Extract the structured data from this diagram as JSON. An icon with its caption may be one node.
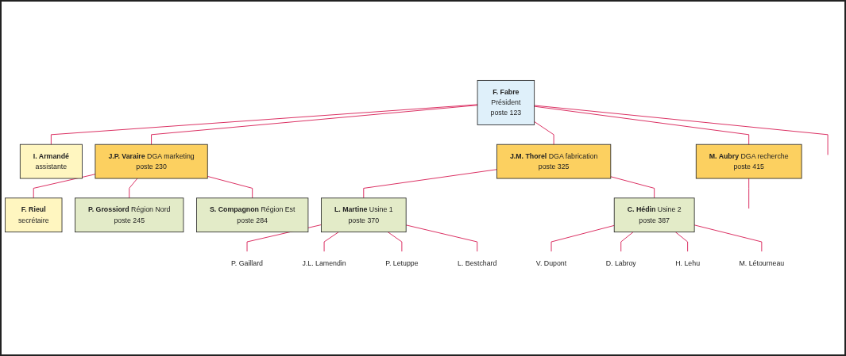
{
  "diagram": {
    "nodes": [
      {
        "text": [
          "F. Fabre",
          "Président",
          "poste 123"
        ]
      },
      {
        "text": [
          "I. Armandé",
          "assistante"
        ]
      },
      {
        "text": [
          "J.P. Varaire",
          "DGA marketing",
          "poste 230"
        ]
      },
      {
        "text": [
          "J.M. Thorel",
          "DGA fabrication",
          "poste 325"
        ]
      },
      {
        "text": [
          "M. Aubry",
          "DGA recherche",
          "poste 415"
        ]
      },
      {
        "text": [
          "F. Rieul",
          "secrétaire"
        ]
      },
      {
        "text": [
          "P. Grossiord",
          "Région Nord",
          "poste 245"
        ]
      },
      {
        "text": [
          "S. Compagnon",
          "Région Est",
          "poste 284"
        ]
      },
      {
        "text": [
          "L. Martine",
          "Usine 1",
          "poste 370"
        ]
      },
      {
        "text": [
          "C. Hédin",
          "Usine 2",
          "poste 387"
        ]
      },
      {
        "text": [
          "P. Gaillard"
        ]
      },
      {
        "text": [
          "J.L. Lamendin"
        ]
      },
      {
        "text": [
          "P. Letuppe"
        ]
      },
      {
        "text": [
          "L. Bestchard"
        ]
      },
      {
        "text": [
          "V. Dupont"
        ]
      },
      {
        "text": [
          "D. Labroy"
        ]
      },
      {
        "text": [
          "H. Lehu"
        ]
      },
      {
        "text": [
          "M. Létourneau"
        ]
      }
    ],
    "edges": [
      {
        "from": 0,
        "to": 1,
        "arrow": "none"
      },
      {
        "from": 0,
        "to": 2,
        "arrow": "none"
      },
      {
        "from": 0,
        "to": 3,
        "arrow": "none"
      },
      {
        "from": 0,
        "to": 4,
        "arrow": "none"
      },
      {
        "from": 0,
        "to": null,
        "arrow": "none"
      },
      {
        "from": 2,
        "to": 5,
        "arrow": "none"
      },
      {
        "from": 2,
        "to": 6,
        "arrow": "none"
      },
      {
        "from": 2,
        "to": 7,
        "arrow": "none"
      },
      {
        "from": 3,
        "to": 8,
        "arrow": "none"
      },
      {
        "from": 3,
        "to": 9,
        "arrow": "none"
      },
      {
        "from": 4,
        "to": null,
        "arrow": "none"
      },
      {
        "from": 8,
        "to": 10,
        "arrow": "none"
      },
      {
        "from": 8,
        "to": 11,
        "arrow": "none"
      },
      {
        "from": 8,
        "to": 12,
        "arrow": "none"
      },
      {
        "from": 8,
        "to": 13,
        "arrow": "none"
      },
      {
        "from": 9,
        "to": 14,
        "arrow": "none"
      },
      {
        "from": 9,
        "to": 15,
        "arrow": "none"
      },
      {
        "from": 9,
        "to": 16,
        "arrow": "none"
      },
      {
        "from": 9,
        "to": 17,
        "arrow": "none"
      }
    ]
  }
}
